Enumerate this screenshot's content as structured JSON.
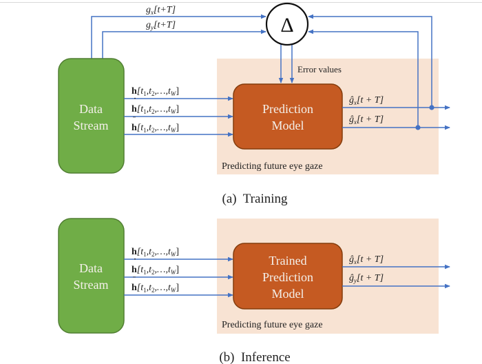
{
  "colors": {
    "arrow": "#4472c4",
    "data_stream_fill": "#70ad47",
    "data_stream_stroke": "#507e32",
    "model_fill": "#c55a22",
    "model_stroke": "#843c0c",
    "region_fill": "#f8e3d3",
    "text": "#222222",
    "box_text": "#f4f0ea"
  },
  "training": {
    "caption": "(a)  Training",
    "data_stream": {
      "line1": "Data",
      "line2": "Stream"
    },
    "inputs": [
      {
        "sym": "h",
        "accent": "",
        "args": "[t",
        "sub1": "1",
        "mid": ",t",
        "sub2": "2",
        "tail": ",…,t",
        "subw": "W",
        "close": "]"
      },
      {
        "sym": "h",
        "accent": "˙",
        "args": "[t",
        "sub1": "1",
        "mid": ",t",
        "sub2": "2",
        "tail": ",…,t",
        "subw": "W",
        "close": "]"
      },
      {
        "sym": "h",
        "accent": "¨",
        "args": "[t",
        "sub1": "1",
        "mid": ",t",
        "sub2": "2",
        "tail": ",…,t",
        "subw": "W",
        "close": "]"
      }
    ],
    "model": {
      "line1": "Prediction",
      "line2": "Model"
    },
    "region_label": "Predicting future eye gaze",
    "error_label": "Error values",
    "delta_symbol": "Δ",
    "ground_truth": [
      {
        "base": "g",
        "sub": "x",
        "rest": "[t+T]"
      },
      {
        "base": "g",
        "sub": "y",
        "rest": "[t+T]"
      }
    ],
    "outputs": [
      {
        "base": "ĝ",
        "sub": "x",
        "rest": "[t + T]"
      },
      {
        "base": "ĝ",
        "sub": "x",
        "rest": "[t + T]"
      }
    ]
  },
  "inference": {
    "caption": "(b)  Inference",
    "data_stream": {
      "line1": "Data",
      "line2": "Stream"
    },
    "inputs": [
      {
        "sym": "h",
        "accent": "",
        "args": "[t",
        "sub1": "1",
        "mid": ",t",
        "sub2": "2",
        "tail": ",…,t",
        "subw": "W",
        "close": "]"
      },
      {
        "sym": "h",
        "accent": "˙",
        "args": "[t",
        "sub1": "1",
        "mid": ",t",
        "sub2": "2",
        "tail": ",…,t",
        "subw": "W",
        "close": "]"
      },
      {
        "sym": "h",
        "accent": "¨",
        "args": "[t",
        "sub1": "1",
        "mid": ",t",
        "sub2": "2",
        "tail": ",…,t",
        "subw": "W",
        "close": "]"
      }
    ],
    "model": {
      "line1": "Trained",
      "line2": "Prediction",
      "line3": "Model"
    },
    "region_label": "Predicting future eye gaze",
    "outputs": [
      {
        "base": "ĝ",
        "sub": "x",
        "rest": "[t + T]"
      },
      {
        "base": "ĝ",
        "sub": "y",
        "rest": "[t + T]"
      }
    ]
  }
}
